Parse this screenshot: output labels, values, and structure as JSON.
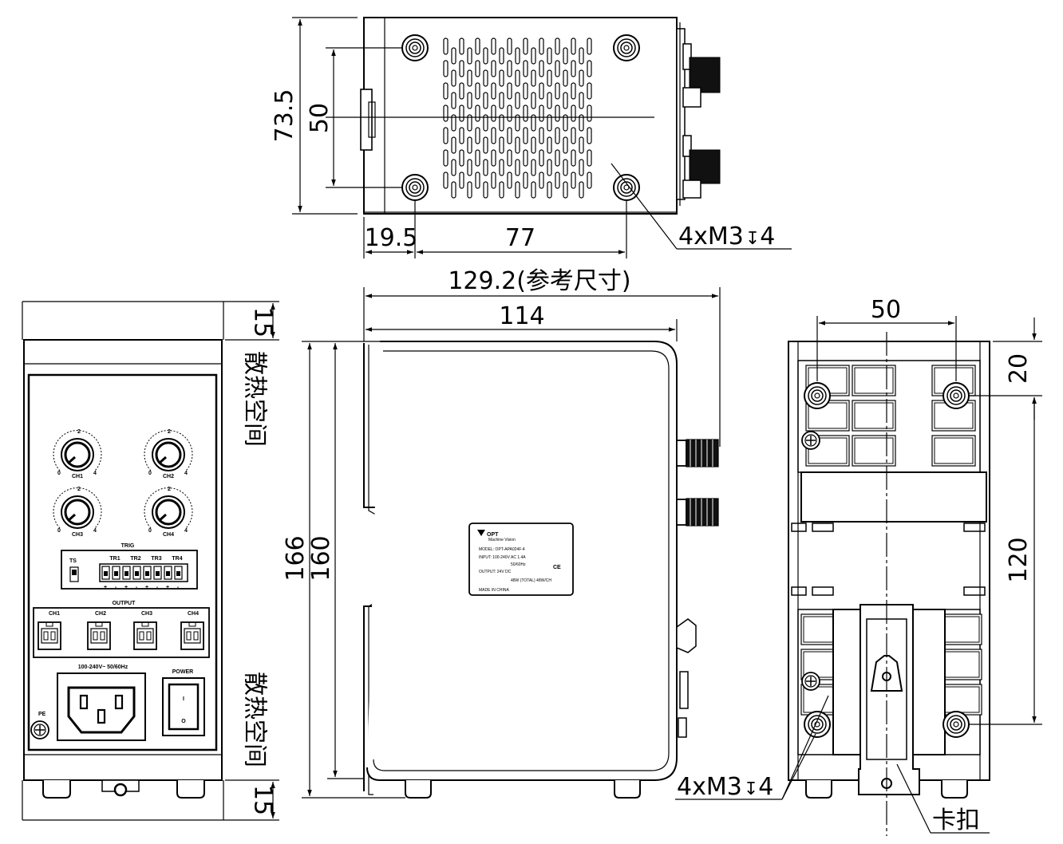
{
  "dimensions": {
    "top_height": "73.5",
    "top_hole_spacing": "50",
    "top_offset": "19.5",
    "top_hole_pitch": "77",
    "top_holes": "4xM3",
    "top_holes_depth": "4",
    "overall_length": "129.2(参考尺寸)",
    "body_length": "114",
    "overall_height": "166",
    "body_height": "160",
    "clearance_top": "15",
    "clearance_bottom": "15",
    "rear_hole_spacing": "50",
    "rear_top_offset": "20",
    "rear_hole_pitch": "120",
    "rear_holes": "4xM3",
    "rear_holes_depth": "4"
  },
  "annotations": {
    "heat_space_top": "散热空间",
    "heat_space_bottom": "散热空间",
    "clip": "卡扣"
  },
  "front_panel": {
    "knobs": [
      "CH1",
      "CH2",
      "CH3",
      "CH4"
    ],
    "knob_scale_min": "0",
    "knob_scale_mid": "2",
    "knob_scale_max": "4",
    "trig_title": "TRIG",
    "ts_label": "TS",
    "trig_channels": [
      "TR1",
      "TR2",
      "TR3",
      "TR4"
    ],
    "polarity": [
      "+",
      "-",
      "+",
      "-",
      "+",
      "-",
      "+",
      "-"
    ],
    "output_title": "OUTPUT",
    "output_channels": [
      "CH1",
      "CH2",
      "CH3",
      "CH4"
    ],
    "power_input": "100-240V~ 50/60Hz",
    "power_label": "POWER",
    "switch_on": "I",
    "switch_off": "O",
    "pe_label": "PE"
  },
  "nameplate": {
    "brand": "OPT",
    "tagline": "Machine Vision",
    "model": "MODEL: OPT-APA024F-4",
    "input": "INPUT: 100-240V AC 1.4A",
    "frequency": "50/60Hz",
    "output": "OUTPUT: 24V DC",
    "power": "48W (TOTAL) 48W/CH",
    "origin": "MADE IN CHINA",
    "ce": "CE"
  }
}
